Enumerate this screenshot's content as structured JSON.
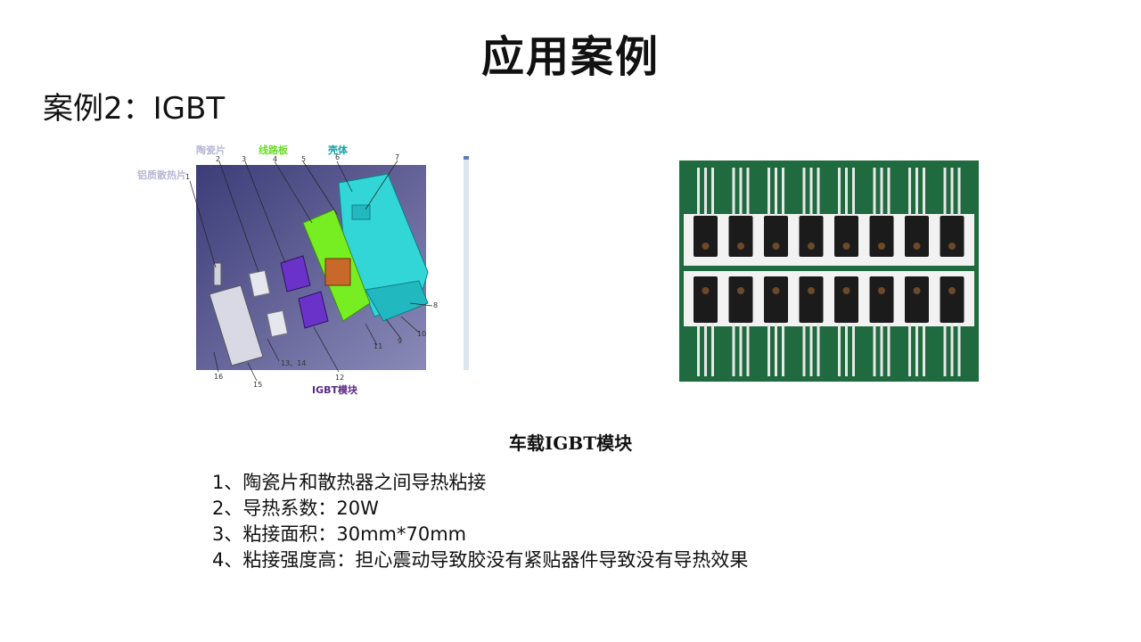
{
  "slide": {
    "title": "应用案例",
    "case_heading": "案例2：IGBT"
  },
  "diagram": {
    "labels": {
      "ceramic": "陶瓷片",
      "circuit_board": "线路板",
      "housing": "壳体",
      "aluminum_heatsink": "铝质散热片",
      "igbt_module": "IGBT模块"
    },
    "label_colors": {
      "ceramic": "#b7b7d6",
      "circuit_board": "#66dd22",
      "housing": "#11a0a8",
      "aluminum_heatsink": "#b7b7d6",
      "igbt_module": "#5b2a86"
    },
    "part_numbers": [
      "1",
      "2",
      "3",
      "4",
      "5",
      "6",
      "7",
      "8",
      "9",
      "10",
      "11",
      "12",
      "13、14",
      "15",
      "16"
    ]
  },
  "caption": "车载IGBT模块",
  "points": [
    "1、陶瓷片和散热器之间导热粘接",
    "2、导热系数：20W",
    "3、粘接面积：30mm*70mm",
    "4、粘接强度高：担心震动导致胶没有紧贴器件导致没有导热效果"
  ],
  "colors": {
    "diagram_bg": "#55558c",
    "housing": "#33d6d6",
    "pcb": "#77ee22",
    "igbt": "#6a32c8",
    "pcb_photo_bg": "#1f6b3f"
  }
}
